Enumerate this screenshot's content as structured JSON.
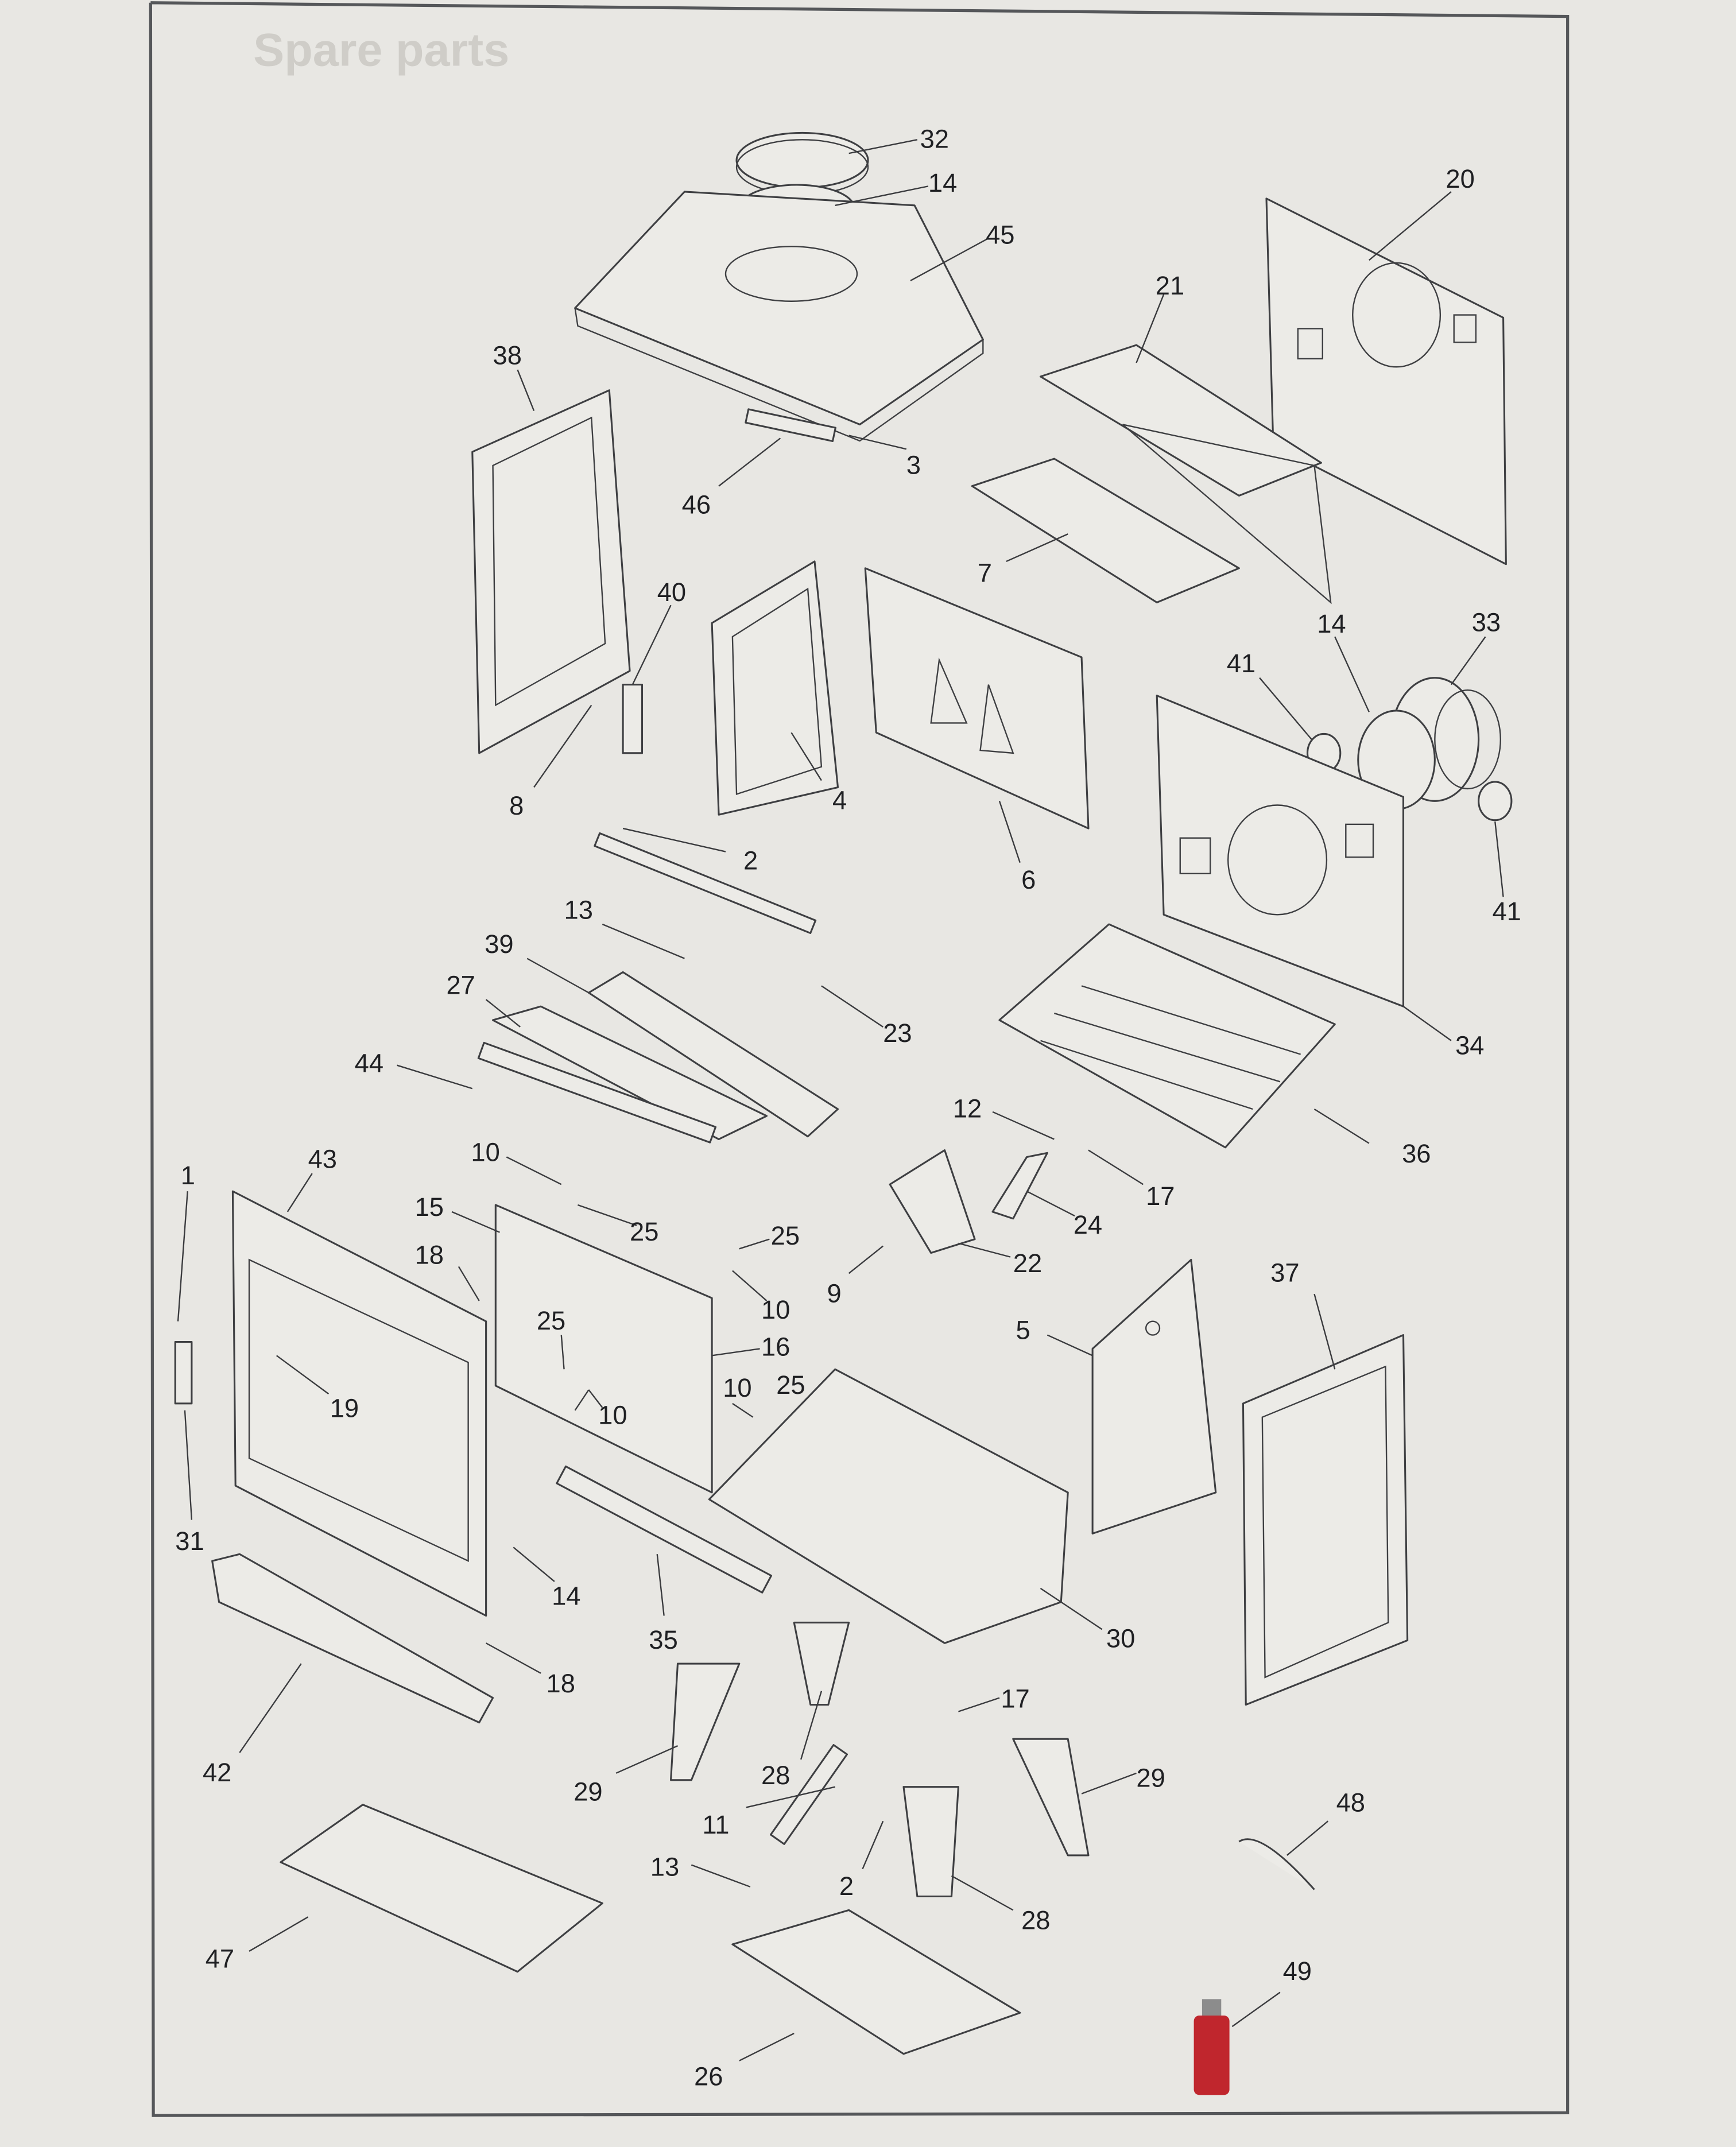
{
  "diagram": {
    "title": "Stove spare parts exploded view",
    "ghost_heading": "Spare parts",
    "colors": {
      "paper": "#e8e7e3",
      "line": "#3e3f42",
      "bottle_red": "#c0262d"
    }
  },
  "callouts": [
    "32",
    "14",
    "45",
    "20",
    "21",
    "38",
    "3",
    "46",
    "7",
    "40",
    "14",
    "33",
    "41",
    "8",
    "4",
    "6",
    "2",
    "41",
    "13",
    "39",
    "27",
    "23",
    "34",
    "44",
    "12",
    "36",
    "10",
    "43",
    "1",
    "17",
    "15",
    "25",
    "25",
    "24",
    "18",
    "22",
    "9",
    "37",
    "10",
    "25",
    "5",
    "16",
    "10",
    "25",
    "10",
    "19",
    "31",
    "14",
    "35",
    "30",
    "18",
    "17",
    "42",
    "29",
    "28",
    "29",
    "48",
    "11",
    "13",
    "2",
    "28",
    "47",
    "49",
    "26"
  ]
}
